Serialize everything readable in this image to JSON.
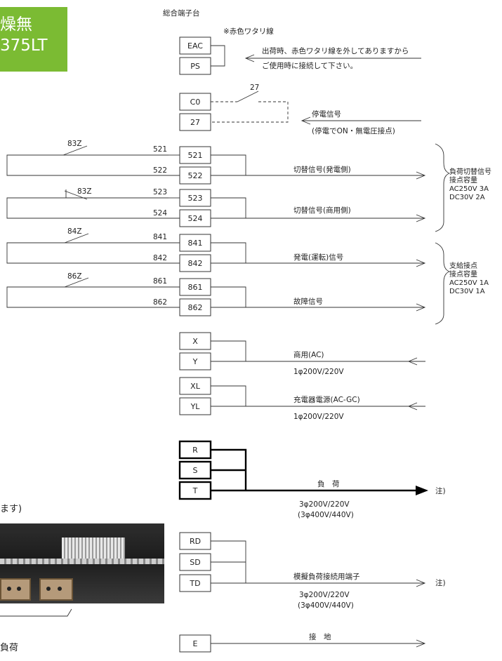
{
  "banner": {
    "line1": "燥無",
    "line2": "375LT"
  },
  "title": "総合端子台",
  "red_wire_note": "※赤色ワタリ線",
  "terminals": {
    "eac": "EAC",
    "ps": "PS",
    "c0": "C0",
    "t27": "27",
    "t521": "521",
    "t522": "522",
    "t523": "523",
    "t524": "524",
    "t841": "841",
    "t842": "842",
    "t861": "861",
    "t862": "862",
    "x": "X",
    "y": "Y",
    "xl": "XL",
    "yl": "YL",
    "r": "R",
    "s": "S",
    "t": "T",
    "rd": "RD",
    "sd": "SD",
    "td": "TD",
    "e": "E"
  },
  "relays": {
    "r83z_a": "83Z",
    "r83z_b": "83Z",
    "r84z": "84Z",
    "r86z": "86Z",
    "w521": "521",
    "w522": "522",
    "w523": "523",
    "w524": "524",
    "w841": "841",
    "w842": "842",
    "w861": "861",
    "w862": "862"
  },
  "signals": {
    "eac_note1": "出荷時、赤色ワタリ線を外してありますから",
    "eac_note2": "ご使用時に接続して下さい。",
    "c0_contact": "27",
    "outage": "停電信号",
    "outage_note": "(停電でON・無電圧接点)",
    "switch_gen": "切替信号(発電側)",
    "switch_com": "切替信号(商用側)",
    "gen_run": "発電(運転)信号",
    "fault": "故障信号",
    "commercial": "商用(AC)",
    "commercial_v": "1φ200V/220V",
    "charger": "充電器電源(AC-GC)",
    "charger_v": "1φ200V/220V",
    "load": "負　荷",
    "load_v1": "3φ200V/220V",
    "load_v2": "(3φ400V/440V)",
    "dummy": "模擬負荷接続用端子",
    "dummy_v1": "3φ200V/220V",
    "dummy_v2": "(3φ400V/440V)",
    "ground": "接　地",
    "note_load": "注)",
    "note_dummy": "注)"
  },
  "right_groups": {
    "g1_l1": "負荷切替信号",
    "g1_l2": "接点容量",
    "g1_l3": "AC250V 3A",
    "g1_l4": "DC30V 2A",
    "g2_l1": "支給接点",
    "g2_l2": "接点容量",
    "g2_l3": "AC250V 1A",
    "g2_l4": "DC30V 1A"
  },
  "photo_section": {
    "caption": "ます)",
    "label": "負荷"
  }
}
